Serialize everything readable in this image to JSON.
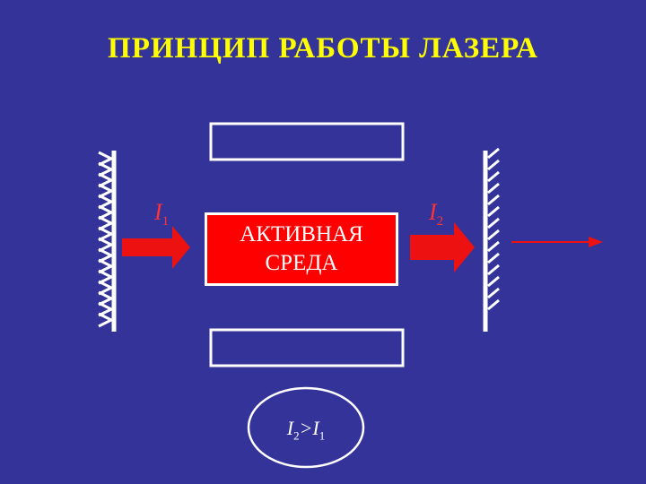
{
  "title": "ПРИНЦИП РАБОТЫ ЛАЗЕРА",
  "active_medium": {
    "line1": "АКТИВНАЯ",
    "line2": "СРЕДА"
  },
  "intensity_in": {
    "symbol": "I",
    "subscript": "1"
  },
  "intensity_out": {
    "symbol": "I",
    "subscript": "2"
  },
  "condition": {
    "left_symbol": "I",
    "left_sub": "2",
    "operator": ">",
    "right_symbol": "I",
    "right_sub": "1"
  },
  "colors": {
    "background": "#333399",
    "title": "#ffff00",
    "active_medium": "#ff0000",
    "arrow": "#ee1111",
    "outline": "#ffffff"
  }
}
